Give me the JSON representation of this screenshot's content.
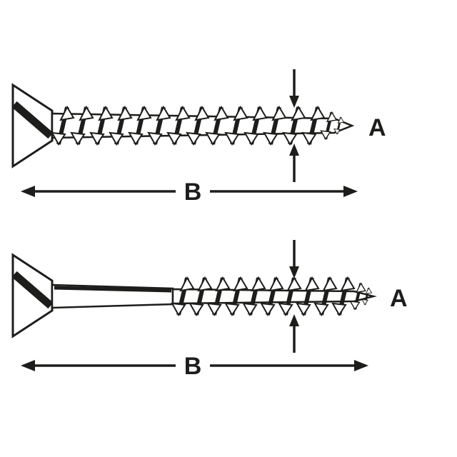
{
  "labels": {
    "top_diameter": "A",
    "top_length": "B",
    "bottom_diameter": "A",
    "bottom_length": "B"
  },
  "colors": {
    "line": "#1d1d1b",
    "background": "#ffffff"
  }
}
